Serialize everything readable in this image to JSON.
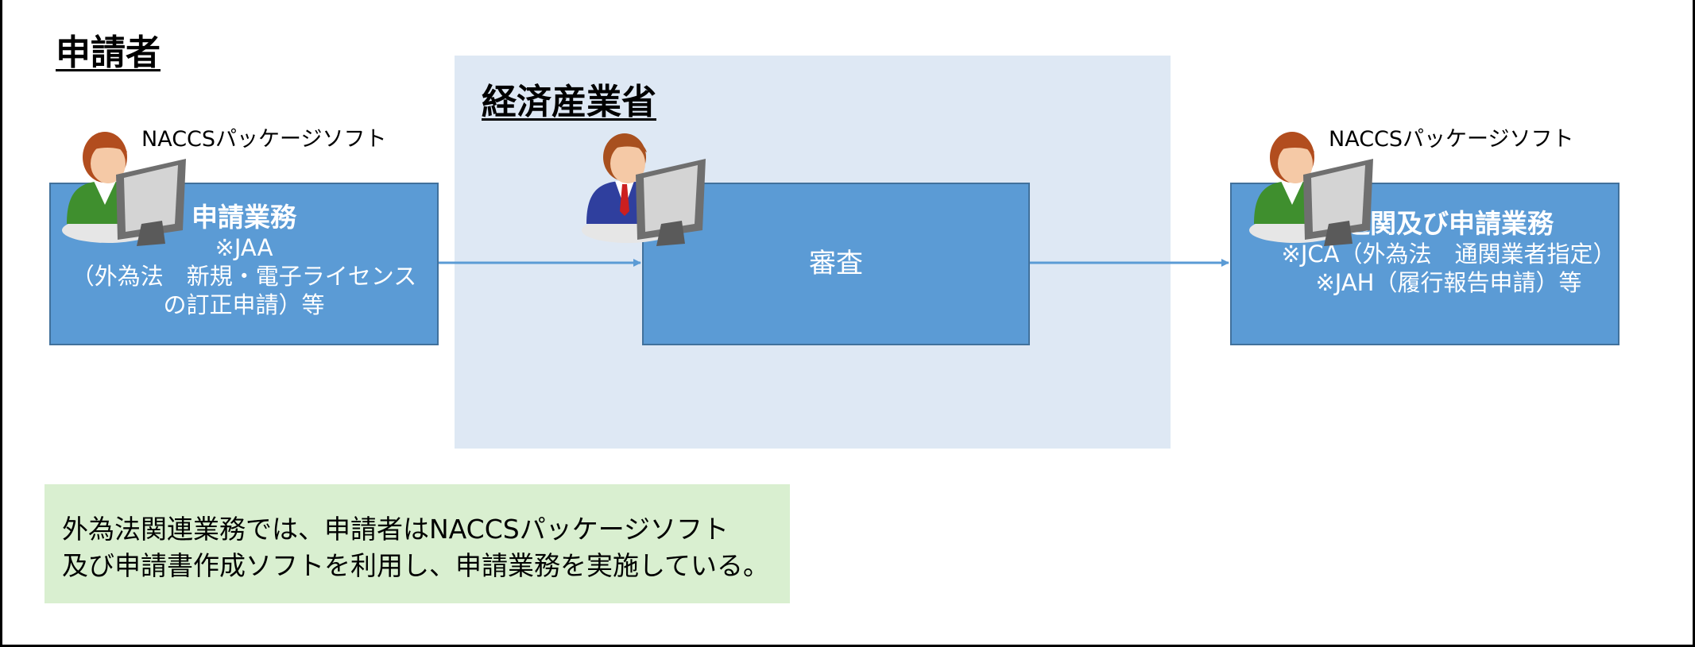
{
  "applicant": {
    "title": "申請者",
    "left_software": "NACCSパッケージソフト",
    "right_software": "NACCSパッケージソフト",
    "left_box": {
      "title": "申請業務",
      "lines": [
        "※JAA",
        "（外為法　新規・電子ライセンス",
        "の訂正申請）等"
      ]
    },
    "right_box": {
      "title": "通関及び申請業務",
      "lines": [
        "※JCA（外為法　通関業者指定）",
        "※JAH（履行報告申請）等"
      ]
    }
  },
  "ministry": {
    "title": "経済産業省",
    "box_label": "審査"
  },
  "note": {
    "lines": [
      "外為法関連業務では、申請者はNACCSパッケージソフト",
      "及び申請書作成ソフトを利用し、申請業務を実施している。"
    ]
  },
  "colors": {
    "box_fill": "#5b9bd5",
    "box_border": "#41719c",
    "panel_fill": "#dee8f4",
    "note_fill": "#d9efd0"
  },
  "icons": {
    "applicant_users": "person-at-computer-icon",
    "ministry_user": "businessman-at-computer-icon"
  }
}
